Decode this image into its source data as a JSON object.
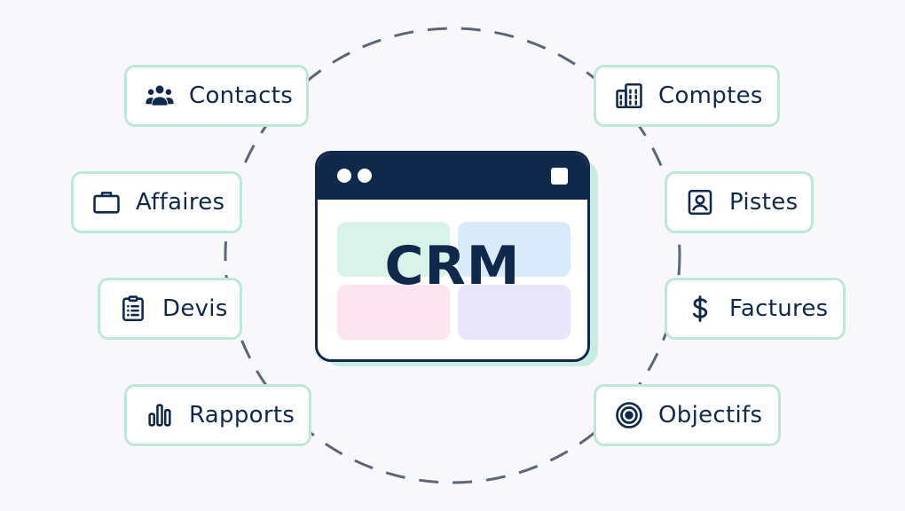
{
  "center": {
    "title": "CRM",
    "tile_colors": [
      "#d9f2ea",
      "#d9ebfb",
      "#fbe4f0",
      "#e9e6fb"
    ]
  },
  "nodes": [
    {
      "label": "Contacts",
      "icon": "users-icon"
    },
    {
      "label": "Affaires",
      "icon": "briefcase-icon"
    },
    {
      "label": "Devis",
      "icon": "clipboard-icon"
    },
    {
      "label": "Rapports",
      "icon": "bar-chart-icon"
    },
    {
      "label": "Comptes",
      "icon": "building-icon"
    },
    {
      "label": "Pistes",
      "icon": "contact-card-icon"
    },
    {
      "label": "Factures",
      "icon": "dollar-icon"
    },
    {
      "label": "Objectifs",
      "icon": "target-icon"
    }
  ],
  "colors": {
    "navy": "#10294a",
    "border": "#bfe6da",
    "ring": "#5d6678",
    "background": "#f8f8fb"
  }
}
